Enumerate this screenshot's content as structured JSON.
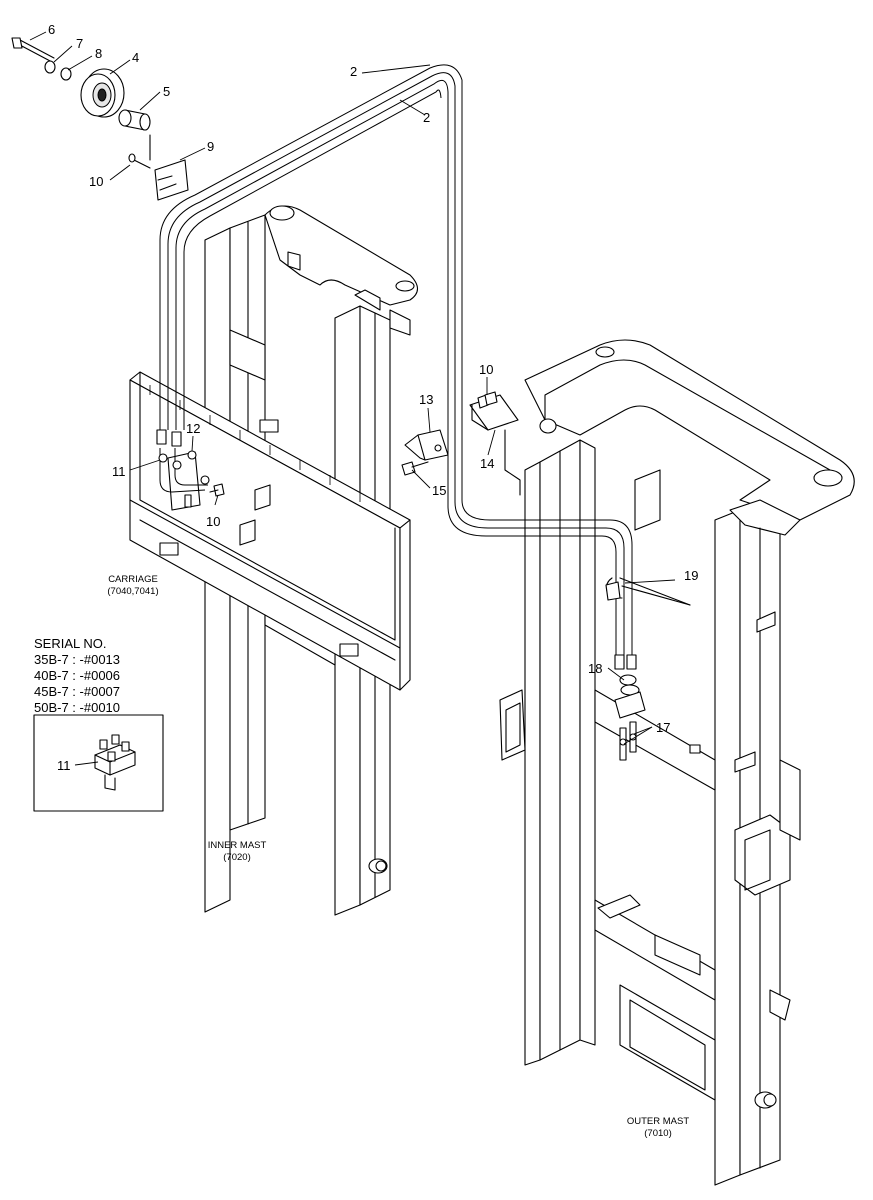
{
  "callouts": {
    "c6": "6",
    "c7": "7",
    "c8": "8",
    "c4": "4",
    "c5": "5",
    "c2a": "2",
    "c2b": "2",
    "c9": "9",
    "c10a": "10",
    "c10b": "10",
    "c13": "13",
    "c14": "14",
    "c15": "15",
    "c12": "12",
    "c11": "11",
    "c10c": "10",
    "c19": "19",
    "c18": "18",
    "c17": "17",
    "c11b": "11"
  },
  "assemblies": {
    "carriage_name": "CARRIAGE",
    "carriage_code": "(7040,7041)",
    "inner_mast_name": "INNER MAST",
    "inner_mast_code": "(7020)",
    "outer_mast_name": "OUTER MAST",
    "outer_mast_code": "(7010)"
  },
  "serial": {
    "title": "SERIAL NO.",
    "rows": [
      "35B-7 : -#0013",
      "40B-7 : -#0006",
      "45B-7 : -#0007",
      "50B-7 : -#0010"
    ]
  }
}
